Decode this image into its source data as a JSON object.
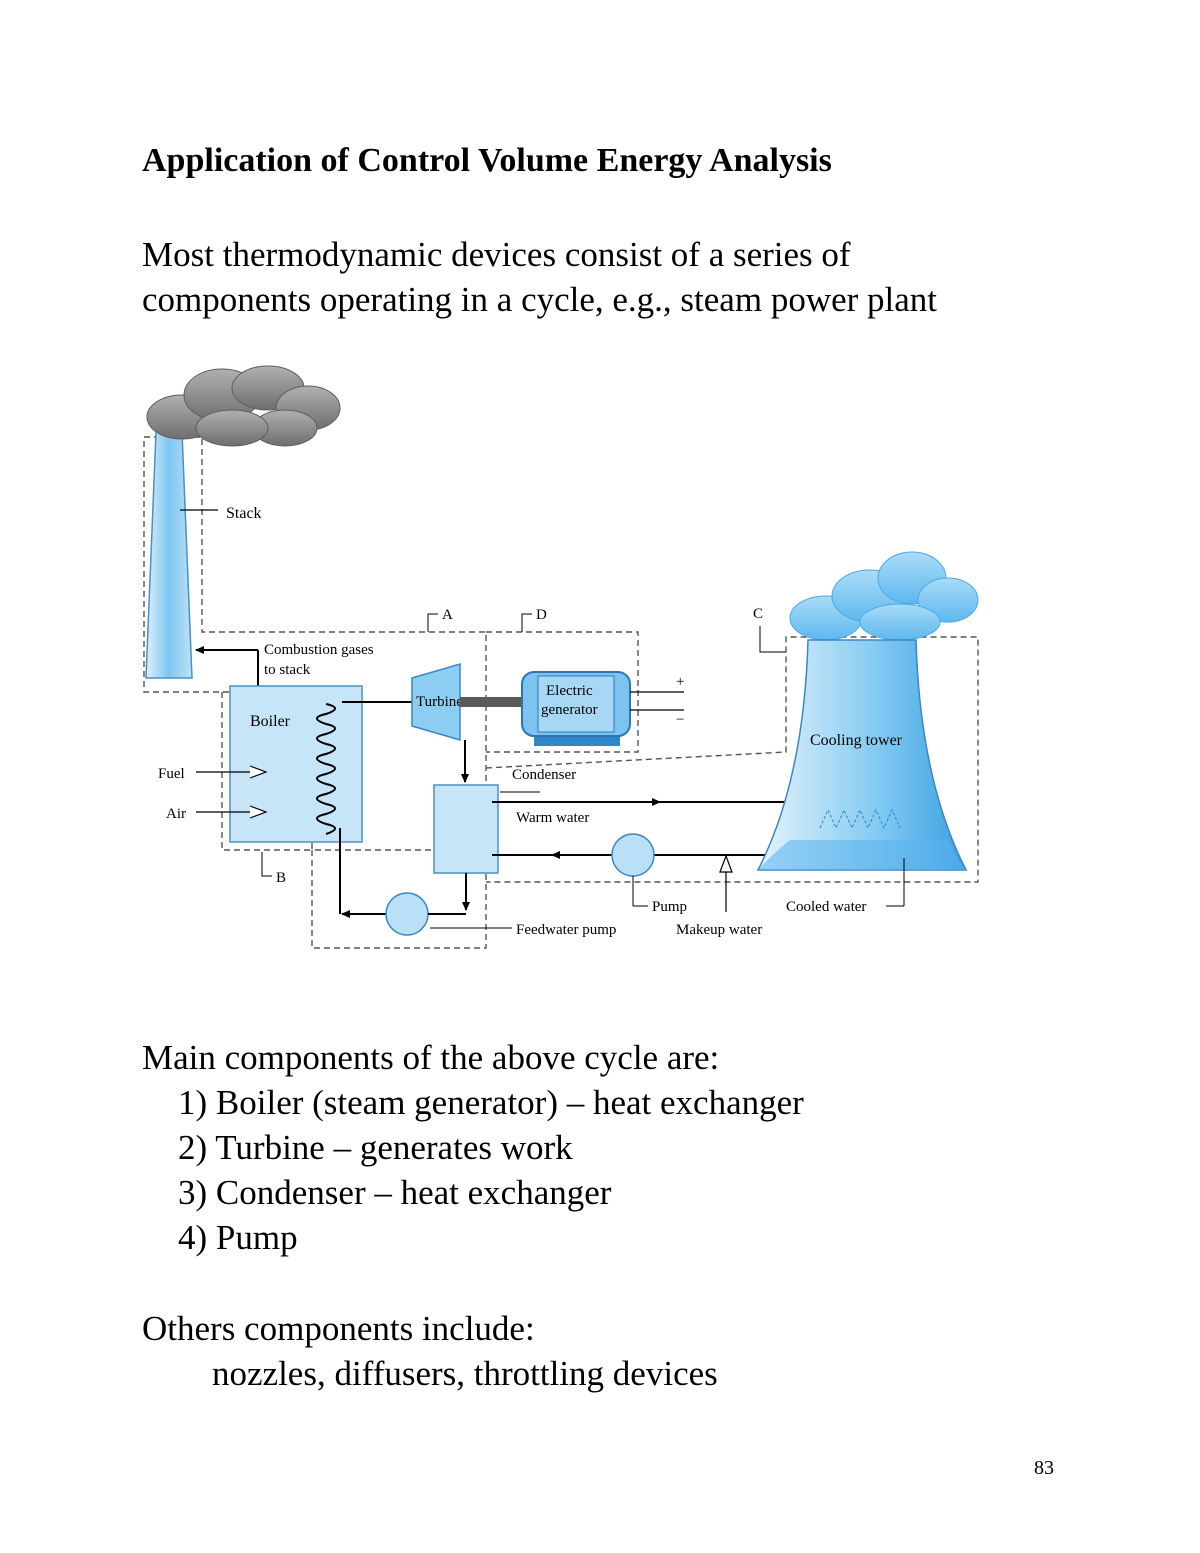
{
  "title": "Application of Control Volume Energy Analysis",
  "intro": {
    "line1": "Most thermodynamic devices consist of a series of",
    "line2": "components operating in a cycle, e.g., steam power plant"
  },
  "diagram": {
    "stack": "Stack",
    "combustion_line1": "Combustion gases",
    "combustion_line2": "to stack",
    "boiler": "Boiler",
    "fuel": "Fuel",
    "air": "Air",
    "turbine": "Turbine",
    "generator_line1": "Electric",
    "generator_line2": "generator",
    "plus": "+",
    "minus": "−",
    "condenser": "Condenser",
    "warm_water": "Warm water",
    "cooling_tower": "Cooling tower",
    "pump": "Pump",
    "cooled_water": "Cooled water",
    "feedwater_pump": "Feedwater pump",
    "makeup_water": "Makeup water",
    "label_a": "A",
    "label_b": "B",
    "label_c": "C",
    "label_d": "D"
  },
  "main": {
    "heading": "Main components of the above cycle are:",
    "items": [
      "1) Boiler (steam generator) – heat exchanger",
      "2) Turbine – generates work",
      "3) Condenser – heat exchanger",
      "4) Pump"
    ]
  },
  "others": {
    "heading": "Others components include:",
    "list": "nozzles, diffusers, throttling devices"
  },
  "page_number": "83"
}
